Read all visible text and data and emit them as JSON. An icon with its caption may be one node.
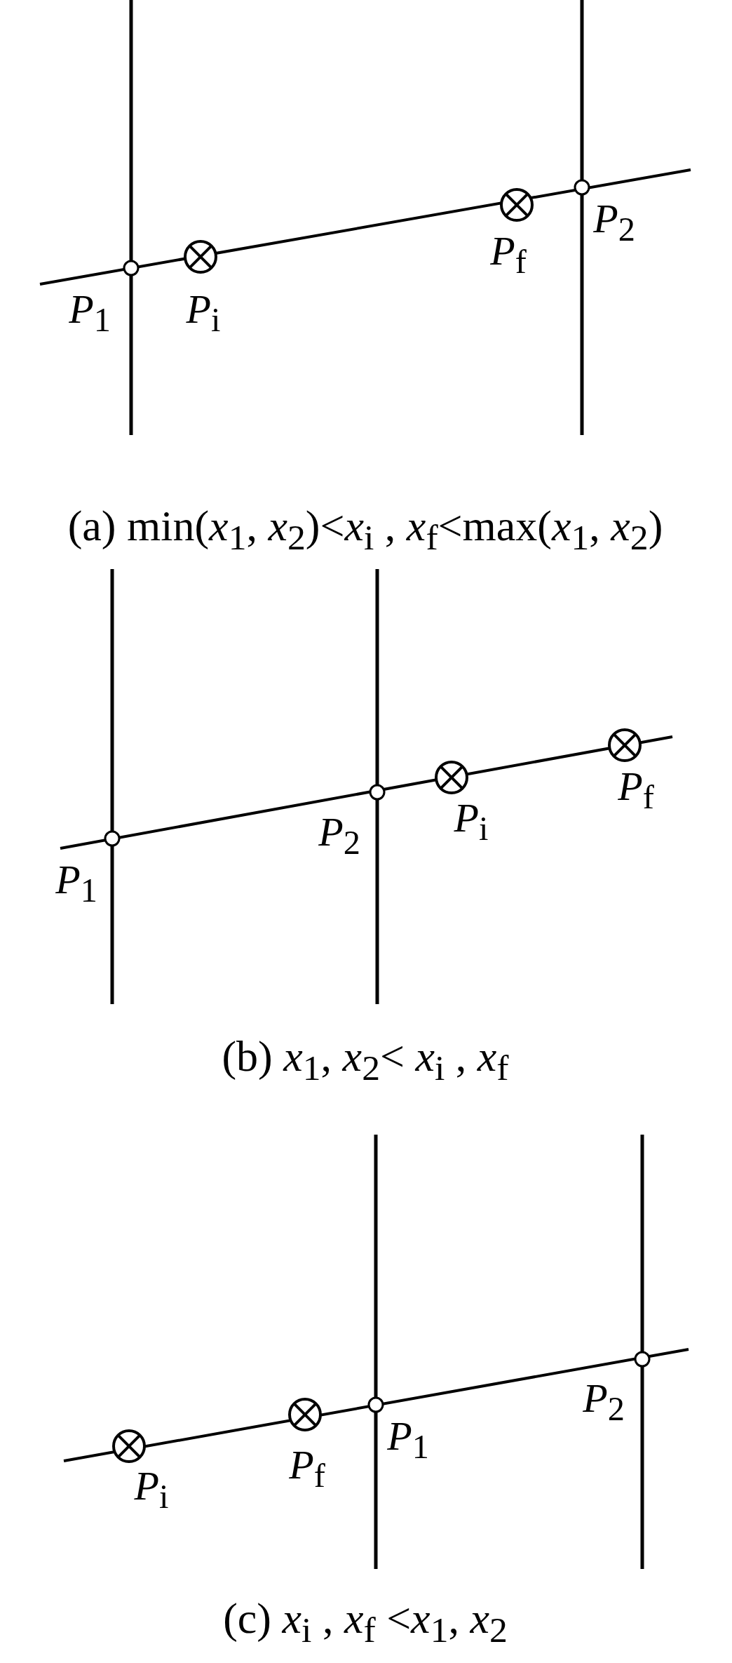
{
  "diagram": {
    "labels": [
      "*P*$_{f}$",
      "*P*$_{2}$",
      "*P*$_{1}$",
      "*P*$_{i}$",
      "(a) min(*x*$_{1}$, *x*$_{2}$)<*x*$_{i}$ , *x*$_{f}$<max(*x*$_{1}$, *x*$_{2}$)",
      "*P*$_{f}$",
      "*P*$_{2}$",
      "*P*$_{i}$",
      "*P*$_{1}$",
      "(b) *x*$_{1}$, *x*$_{2}$< *x*$_{i}$ , *x*$_{f}$",
      "*P*$_{2}$",
      "*P*$_{1}$",
      "*P*$_{f}$",
      "*P*$_{i}$",
      "(c) *x*$_{i}$ , *x*$_{f}$ <*x*$_{1}$, *x*$_{2}$"
    ]
  }
}
